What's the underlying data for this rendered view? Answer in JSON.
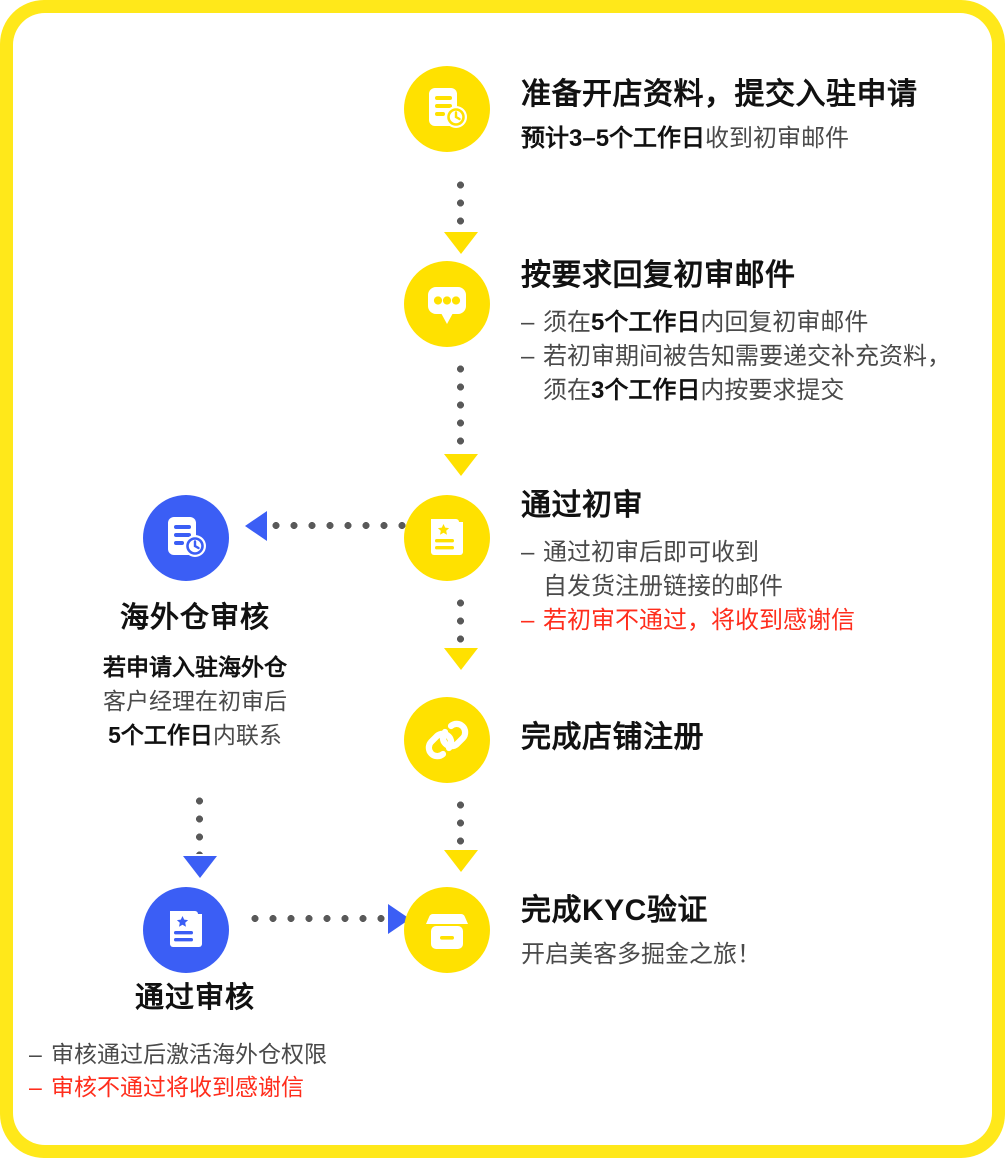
{
  "theme": {
    "frame_color": "#FFE81A",
    "node_yellow": "#FFE100",
    "node_blue": "#3B5EF5",
    "warn_red": "#FF2D1C",
    "text_dark": "#111111",
    "text_gray": "#4a4a4a"
  },
  "main_steps": [
    {
      "icon": "document-clock-icon",
      "title": "准备开店资料，提交入驻申请",
      "sub_bold": "预计3–5个工作日",
      "sub_rest": "收到初审邮件",
      "bullets": []
    },
    {
      "icon": "chat-bubble-icon",
      "title": "按要求回复初审邮件",
      "sub_bold": "",
      "sub_rest": "",
      "bullets": [
        {
          "dash": "–",
          "pre": "须在",
          "bold": "5个工作日",
          "post": "内回复初审邮件",
          "red": false,
          "continuation": false
        },
        {
          "dash": "–",
          "pre": "若初审期间被告知需要递交补充资料，",
          "bold": "",
          "post": "",
          "red": false,
          "continuation": false
        },
        {
          "dash": "",
          "pre": "须在",
          "bold": "3个工作日",
          "post": "内按要求提交",
          "red": false,
          "continuation": true
        }
      ]
    },
    {
      "icon": "certificate-star-icon",
      "title": "通过初审",
      "sub_bold": "",
      "sub_rest": "",
      "bullets": [
        {
          "dash": "–",
          "pre": "通过初审后即可收到",
          "bold": "",
          "post": "",
          "red": false,
          "continuation": false
        },
        {
          "dash": "",
          "pre": "自发货注册链接的邮件",
          "bold": "",
          "post": "",
          "red": false,
          "continuation": true
        },
        {
          "dash": "–",
          "pre": "若初审不通过，将收到感谢信",
          "bold": "",
          "post": "",
          "red": true,
          "continuation": false
        }
      ]
    },
    {
      "icon": "link-chain-icon",
      "title": "完成店铺注册",
      "sub_bold": "",
      "sub_rest": "",
      "bullets": []
    },
    {
      "icon": "storefront-icon",
      "title": "完成KYC验证",
      "sub_bold": "",
      "sub_rest": "开启美客多掘金之旅！",
      "bullets": []
    }
  ],
  "branches": [
    {
      "icon": "document-clock-icon",
      "title": "海外仓审核",
      "lines": [
        {
          "text": "若申请入驻海外仓",
          "bold": true
        },
        {
          "text": "客户经理在初审后",
          "bold": false
        },
        {
          "pre": "",
          "bold_text": "5个工作日",
          "post": "内联系",
          "mixed": true
        }
      ]
    },
    {
      "icon": "certificate-star-icon",
      "title": "通过审核",
      "bullets": [
        {
          "dash": "–",
          "text": "审核通过后激活海外仓权限",
          "red": false
        },
        {
          "dash": "–",
          "text": "审核不通过将收到感谢信",
          "red": true
        }
      ]
    }
  ]
}
